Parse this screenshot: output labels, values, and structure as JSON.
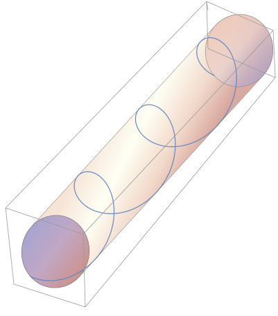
{
  "figure": {
    "kind": "3d-surface-plot",
    "surface": "cylinder",
    "curve": "helix",
    "helix_turns": 3,
    "bounding_box": true,
    "axes_shown": false,
    "colors": {
      "background": "#ffffff",
      "box_edge": "#9a9a9a",
      "cylinder_light": "#fffff4",
      "cylinder_mid": "#f3dfcf",
      "cylinder_warm": "#d9a496",
      "cap_blue": "#a9a8d6",
      "cap_red": "#c98e87",
      "helix": "#5d86c0"
    }
  }
}
